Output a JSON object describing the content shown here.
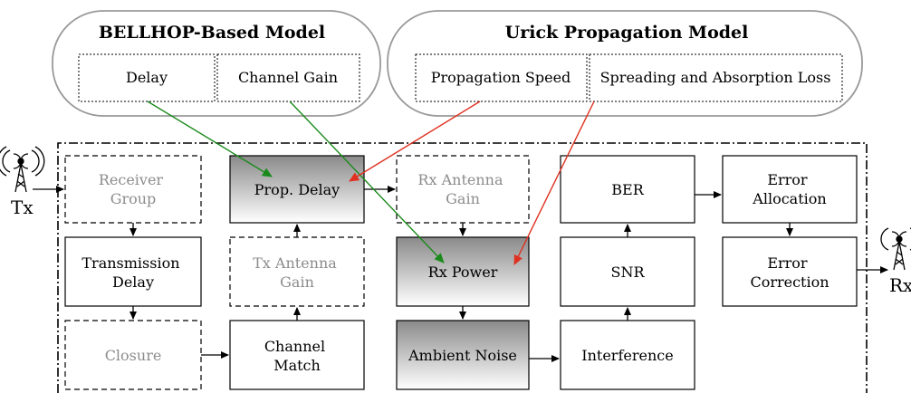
{
  "models": {
    "bellhop": {
      "title": "BELLHOP-Based Model",
      "items": [
        "Delay",
        "Channel Gain"
      ]
    },
    "urick": {
      "title": "Urick Propagation Model",
      "items": [
        "Propagation Speed",
        "Spreading and Absorption Loss"
      ]
    }
  },
  "endpoints": {
    "tx": "Tx",
    "rx": "Rx"
  },
  "blocks": {
    "receiver_group": [
      "Receiver",
      "Group"
    ],
    "transmission_delay": [
      "Transmission",
      "Delay"
    ],
    "closure": [
      "Closure"
    ],
    "prop_delay": [
      "Prop. Delay"
    ],
    "tx_antenna_gain": [
      "Tx Antenna",
      "Gain"
    ],
    "channel_match": [
      "Channel",
      "Match"
    ],
    "rx_antenna_gain": [
      "Rx Antenna",
      "Gain"
    ],
    "rx_power": [
      "Rx Power"
    ],
    "ambient_noise": [
      "Ambient Noise"
    ],
    "ber": [
      "BER"
    ],
    "snr": [
      "SNR"
    ],
    "interference": [
      "Interference"
    ],
    "error_allocation": [
      "Error",
      "Allocation"
    ],
    "error_correction": [
      "Error",
      "Correction"
    ]
  },
  "colors": {
    "green_arrow": "#1a8a1a",
    "red_arrow": "#e03020",
    "muted_text": "#8c8c8c",
    "gradient_top": "#8a8a8a",
    "gradient_bottom": "#ffffff"
  }
}
